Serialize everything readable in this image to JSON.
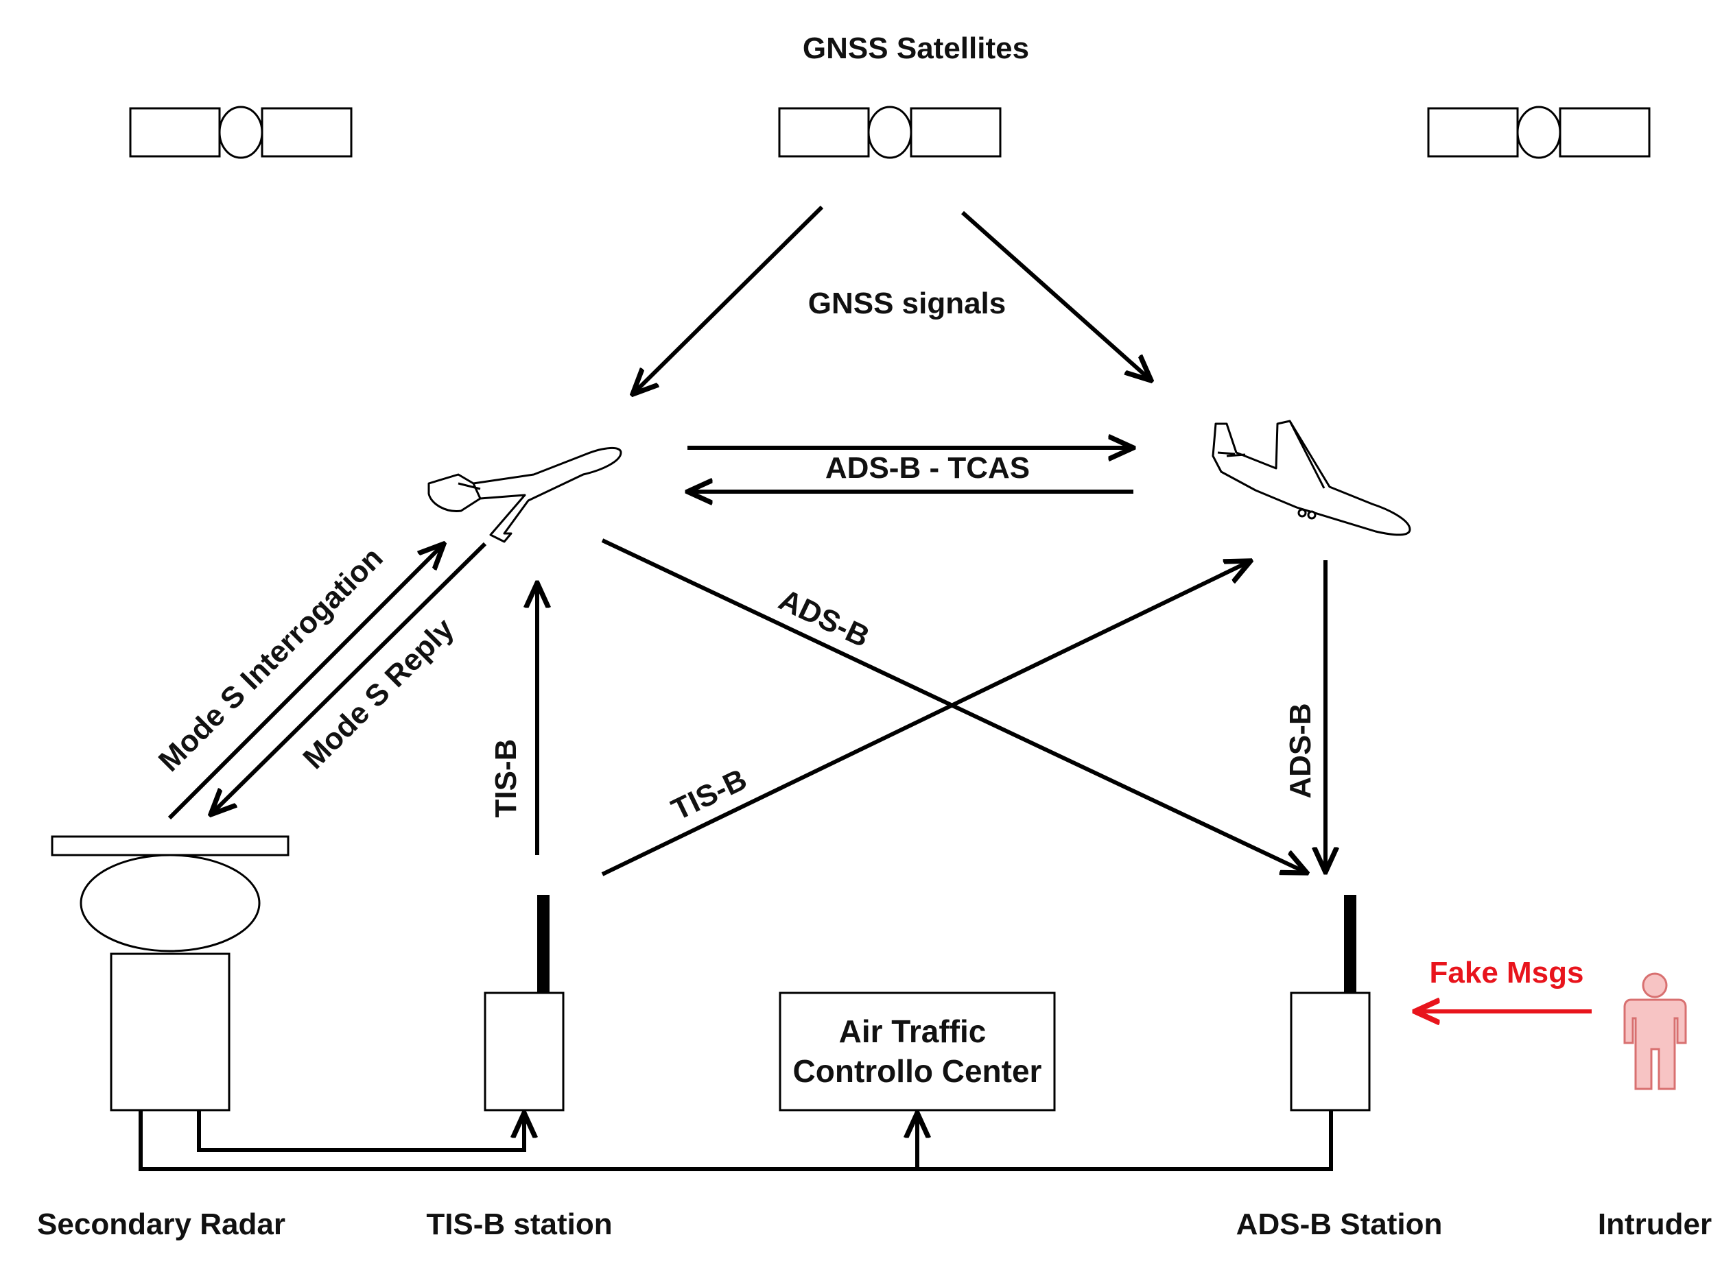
{
  "title": "GNSS Satellites",
  "labels": {
    "gnss_signals": "GNSS signals",
    "adsb_tcas": "ADS-B - TCAS",
    "mode_s_interrogation": "Mode S Interrogation",
    "mode_s_reply": "Mode S Reply",
    "tisb_vertical": "TIS-B",
    "tisb_diagonal": "TIS-B",
    "adsb_diagonal": "ADS-B",
    "adsb_vertical": "ADS-B",
    "fake_msgs": "Fake Msgs"
  },
  "atc": {
    "line1": "Air Traffic",
    "line2": "Controllo Center"
  },
  "stations": {
    "secondary_radar": "Secondary Radar",
    "tisb_station": "TIS-B station",
    "adsb_station": "ADS-B Station",
    "intruder": "Intruder"
  },
  "icons": [
    "satellite-icon",
    "airplane-icon",
    "person-icon",
    "radar-icon",
    "antenna-icon"
  ],
  "colors": {
    "line": "#000000",
    "attack": "#e8141c",
    "intruder_fill": "#f7c4c4",
    "intruder_stroke": "#d87070"
  }
}
